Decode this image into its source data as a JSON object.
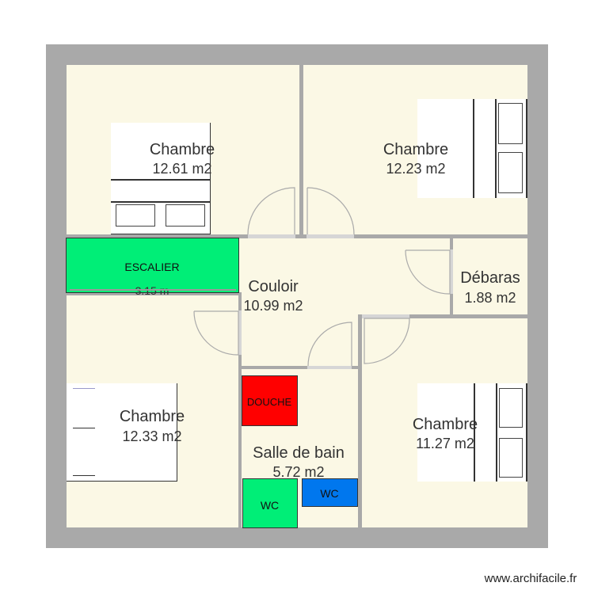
{
  "rooms": [
    {
      "name": "Chambre",
      "area": "12.61 m2"
    },
    {
      "name": "Chambre",
      "area": "12.23 m2"
    },
    {
      "name": "Couloir",
      "area": "10.99 m2"
    },
    {
      "name": "Débaras",
      "area": "1.88 m2"
    },
    {
      "name": "Chambre",
      "area": "12.33 m2"
    },
    {
      "name": "Chambre",
      "area": "11.27 m2"
    },
    {
      "name": "Salle de bain",
      "area": "5.72 m2"
    }
  ],
  "fixtures": {
    "stairs": "ESCALIER",
    "stairs_dim": "3.15 m",
    "shower": "DOUCHE",
    "wc1": "WC",
    "wc2": "WC"
  },
  "colors": {
    "wall": "#a9a9a9",
    "floor": "#fbf8e5",
    "stairs": "#00ee77",
    "shower": "#ff0000",
    "wc1": "#00ee77",
    "wc2": "#0077ee"
  },
  "watermark": "www.archifacile.fr"
}
